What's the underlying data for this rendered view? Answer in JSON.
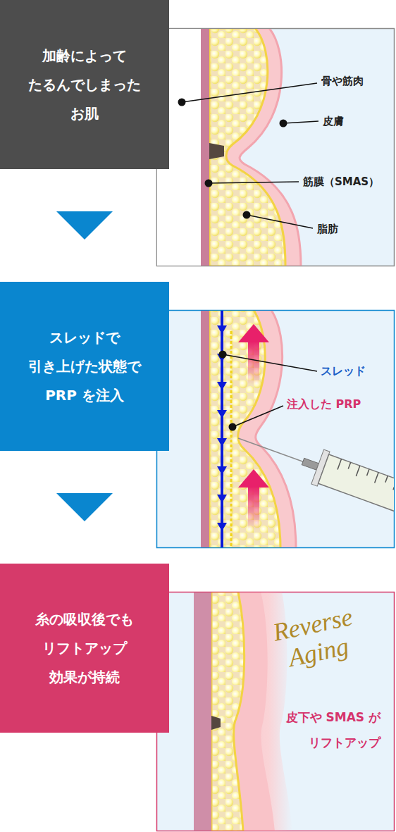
{
  "diagram": {
    "nodes": [
      {
        "text": [
          "加齢によって たるんでしまった お肌"
        ]
      },
      {
        "text": [
          "スレッドで 引き上げた状態で PRP を注入"
        ]
      },
      {
        "text": [
          "糸の吸収後でも リフトアップ 効果が持続"
        ]
      }
    ],
    "edges": [
      {
        "from": 0,
        "to": 1,
        "arrow": "to"
      },
      {
        "from": 1,
        "to": 2,
        "arrow": "to"
      }
    ],
    "labels": [
      "骨や筋肉",
      "皮膚",
      "筋膜（SMAS）",
      "脂肪",
      "スレッド",
      "注入した PRP",
      "Reverse Aging",
      "皮下や SMAS が リフトアップ"
    ]
  }
}
